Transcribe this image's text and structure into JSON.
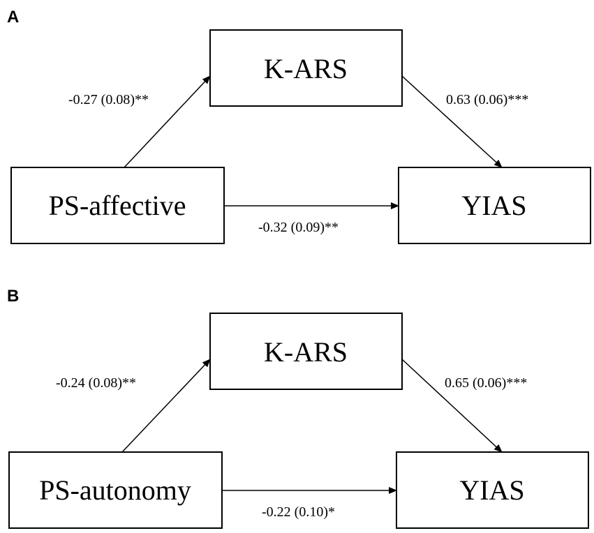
{
  "panels": [
    {
      "letter": "A",
      "mediator": "K-ARS",
      "predictor": "PS-affective",
      "outcome": "YIAS",
      "path_a": "-0.27 (0.08)**",
      "path_b": "0.63 (0.06)***",
      "path_c": "-0.32 (0.09)**"
    },
    {
      "letter": "B",
      "mediator": "K-ARS",
      "predictor": "PS-autonomy",
      "outcome": "YIAS",
      "path_a": "-0.24 (0.08)**",
      "path_b": "0.65 (0.06)***",
      "path_c": "-0.22 (0.10)*"
    }
  ]
}
